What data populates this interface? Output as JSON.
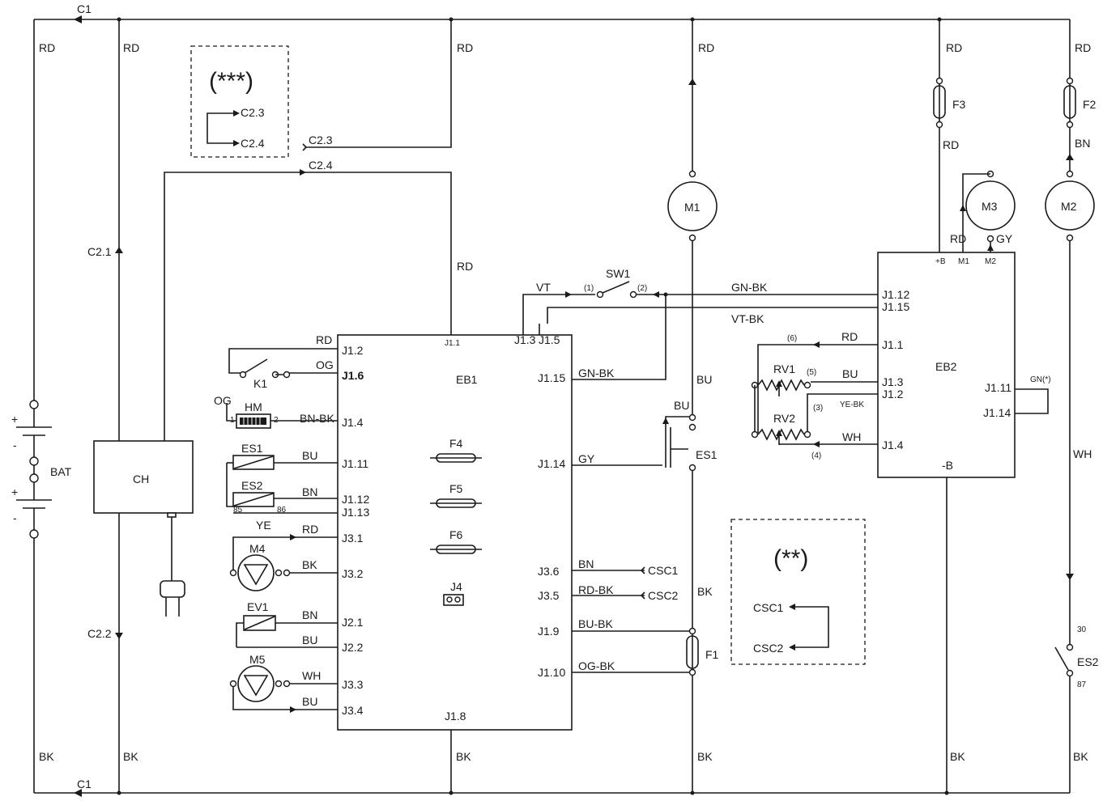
{
  "labels": {
    "C1": "C1",
    "RD": "RD",
    "BK": "BK",
    "BN": "BN",
    "BU": "BU",
    "WH": "WH",
    "GY": "GY",
    "VT": "VT",
    "OG": "OG",
    "YE": "YE",
    "GN_BK": "GN-BK",
    "VT_BK": "VT-BK",
    "BN_BK": "BN-BK",
    "YE_BK": "YE-BK",
    "RD_BK": "RD-BK",
    "BU_BK": "BU-BK",
    "OG_BK": "OG-BK",
    "GN_star": "GN(*)",
    "C2_1": "C2.1",
    "C2_2": "C2.2",
    "C2_3": "C2.3",
    "C2_4": "C2.4",
    "note3": "(***)",
    "note2": "(**)",
    "BAT": "BAT",
    "CH": "CH",
    "EB1": "EB1",
    "EB2": "EB2",
    "M1": "M1",
    "M2": "M2",
    "M3": "M3",
    "M4": "M4",
    "M5": "M5",
    "F1": "F1",
    "F2": "F2",
    "F3": "F3",
    "F4": "F4",
    "F5": "F5",
    "F6": "F6",
    "SW1": "SW1",
    "ES1": "ES1",
    "ES2": "ES2",
    "K1": "K1",
    "HM": "HM",
    "EV1": "EV1",
    "J4": "J4",
    "RV1": "RV1",
    "RV2": "RV2",
    "CSC1": "CSC1",
    "CSC2": "CSC2",
    "p1": "(1)",
    "p2": "(2)",
    "p3": "(3)",
    "p4": "(4)",
    "p5": "(5)",
    "p6": "(6)",
    "plus": "+",
    "minus": "-",
    "minusB": "-B",
    "plusB": "+B",
    "M1t": "M1",
    "M2t": "M2",
    "n1": "1",
    "n2": "2",
    "n30": "30",
    "n87": "87",
    "n85": "85",
    "n86": "86",
    "J1_1": "J1.1",
    "J1_2": "J1.2",
    "J1_3": "J1.3",
    "J1_4": "J1.4",
    "J1_5": "J1.5",
    "J1_6": "J1.6",
    "J1_8": "J1.8",
    "J1_9": "J1.9",
    "J1_10": "J1.10",
    "J1_11": "J1.11",
    "J1_12": "J1.12",
    "J1_13": "J1.13",
    "J1_14": "J1.14",
    "J1_15": "J1.15",
    "J2_1": "J2.1",
    "J2_2": "J2.2",
    "J3_1": "J3.1",
    "J3_2": "J3.2",
    "J3_3": "J3.3",
    "J3_4": "J3.4",
    "J3_5": "J3.5",
    "J3_6": "J3.6"
  }
}
